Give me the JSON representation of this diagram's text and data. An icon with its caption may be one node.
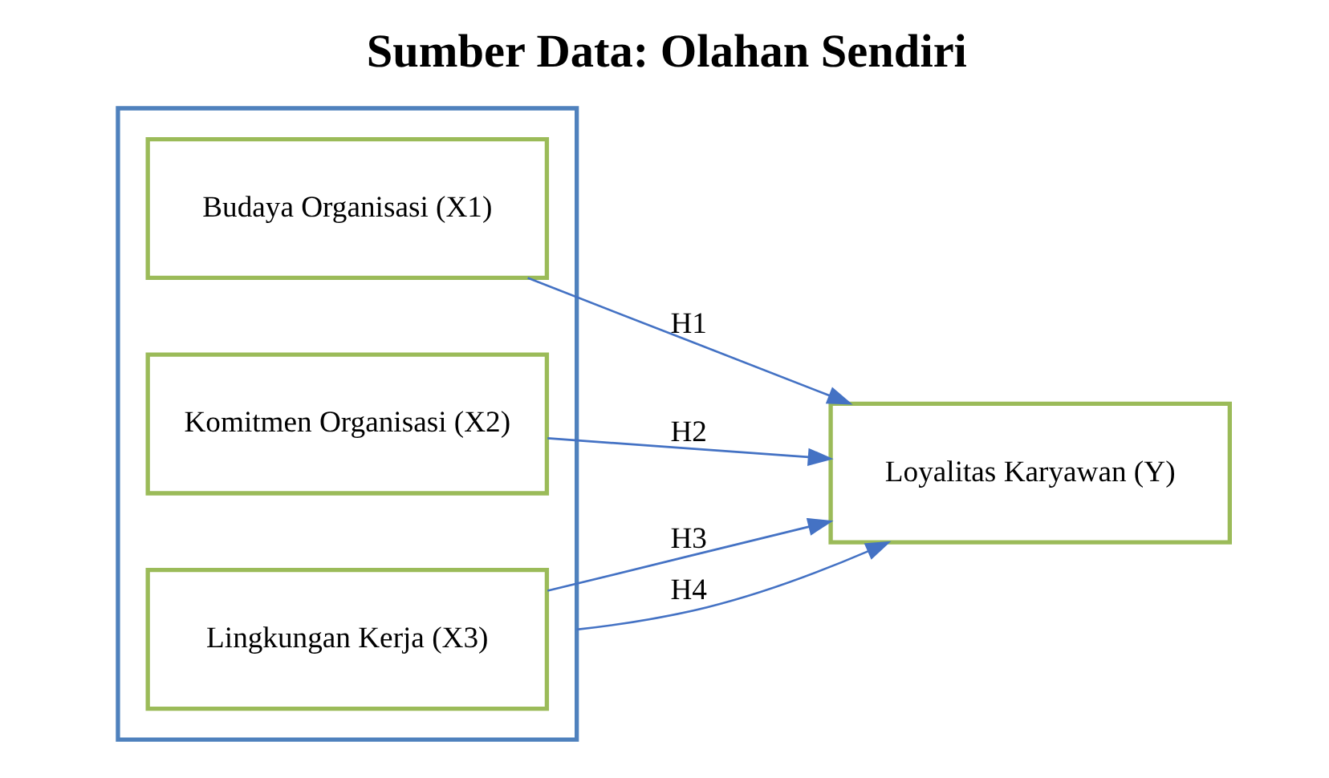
{
  "diagram": {
    "title": "Sumber Data: Olahan Sendiri",
    "nodes": [
      {
        "text": [],
        "shape": "box"
      },
      {
        "text": [
          "Budaya Organisasi (X1)"
        ],
        "in": 0
      },
      {
        "text": [
          "Komitmen Organisasi (X2)"
        ],
        "in": 0
      },
      {
        "text": [
          "Lingkungan Kerja (X3)"
        ],
        "in": 0
      },
      {
        "text": [
          "Loyalitas Karyawan (Y)"
        ]
      }
    ],
    "edges": [
      {
        "from": 1,
        "to": 4,
        "arrow": "to",
        "label": "H1"
      },
      {
        "from": 2,
        "to": 4,
        "arrow": "to",
        "label": "H2"
      },
      {
        "from": 3,
        "to": 4,
        "arrow": "to",
        "label": "H3"
      },
      {
        "from": 0,
        "to": 4,
        "arrow": "to",
        "label": "H4"
      }
    ]
  }
}
